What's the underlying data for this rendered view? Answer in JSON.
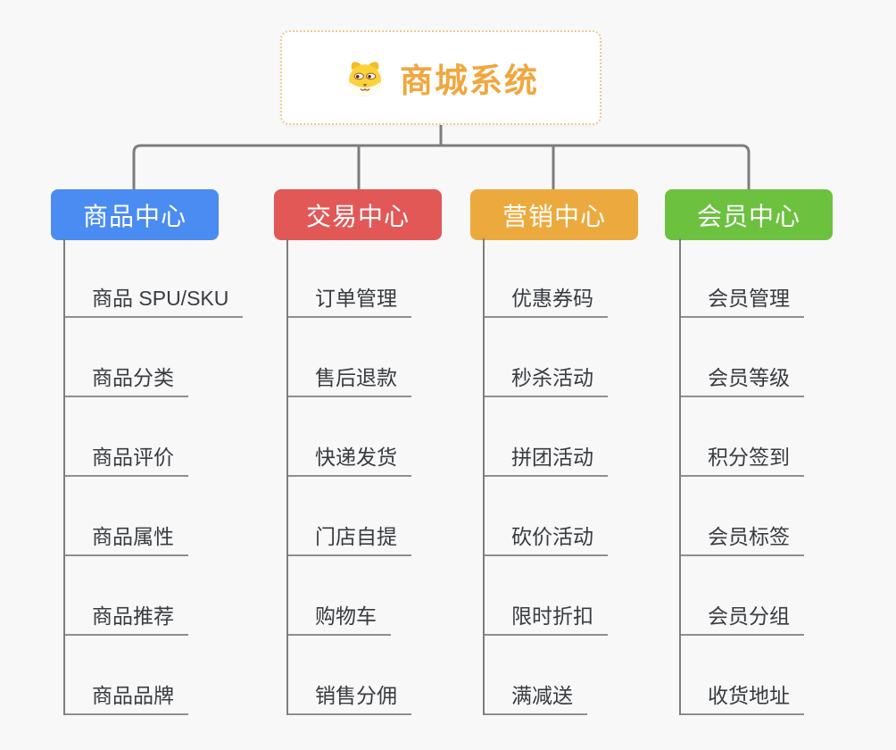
{
  "root": {
    "title": "商城系统",
    "icon": "shiba-dog-icon"
  },
  "branches": [
    {
      "id": "product-center",
      "label": "商品中心",
      "color": "#4a8cf1",
      "items": [
        "商品 SPU/SKU",
        "商品分类",
        "商品评价",
        "商品属性",
        "商品推荐",
        "商品品牌"
      ]
    },
    {
      "id": "trade-center",
      "label": "交易中心",
      "color": "#e25857",
      "items": [
        "订单管理",
        "售后退款",
        "快递发货",
        "门店自提",
        "购物车",
        "销售分佣"
      ]
    },
    {
      "id": "marketing-center",
      "label": "营销中心",
      "color": "#ecaa3e",
      "items": [
        "优惠券码",
        "秒杀活动",
        "拼团活动",
        "砍价活动",
        "限时折扣",
        "满减送"
      ]
    },
    {
      "id": "member-center",
      "label": "会员中心",
      "color": "#6cc13f",
      "items": [
        "会员管理",
        "会员等级",
        "积分签到",
        "会员标签",
        "会员分组",
        "收货地址"
      ]
    }
  ],
  "colors": {
    "background": "#f8f8f8",
    "connector": "#7d7d7d",
    "underline": "#8f8f8f",
    "root_text": "#f0a73e",
    "root_border": "#f0c98d",
    "leaf_text": "#383b40"
  }
}
